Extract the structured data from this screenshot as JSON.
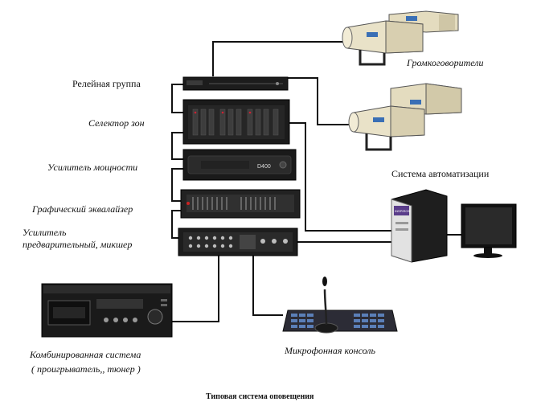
{
  "labels": {
    "relay_group": "Релейная группа",
    "zone_selector": "Селектор зон",
    "power_amplifier": "Усилитель мощности",
    "graphic_eq": "Графический эквалайзер",
    "preamp_line1": "Усилитель",
    "preamp_line2": "предварительный, микшер",
    "loudspeakers": "Громкоговорители",
    "automation_system": "Система автоматизации",
    "combined_line1": "Комбинированная система",
    "combined_line2": "( проигрыватель,, тюнер )",
    "mic_console": "Микрофонная консоль"
  },
  "device_text": {
    "amp_model": "D400",
    "pc_badge": "INSPIRON"
  },
  "caption": "Типовая система оповещения",
  "colors": {
    "wire": "#111111",
    "rack": "#1c1c1c",
    "speaker": "#e9e2c8",
    "mic_key": "#5b7fb8"
  }
}
